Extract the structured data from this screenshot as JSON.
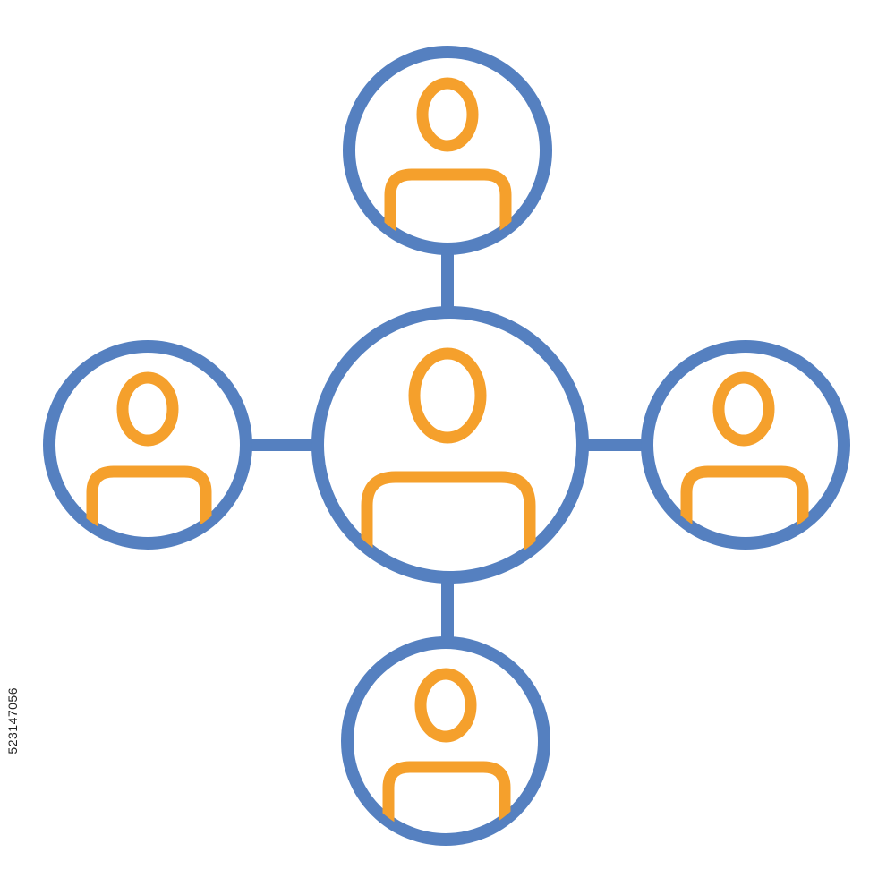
{
  "graphic": {
    "subject": "team-network-icon",
    "colors": {
      "ring": "#5580C0",
      "person": "#F5A02C",
      "background": "#FFFFFF"
    },
    "nodes": [
      {
        "name": "center",
        "icon": "user-icon"
      },
      {
        "name": "top",
        "icon": "user-icon"
      },
      {
        "name": "left",
        "icon": "user-icon"
      },
      {
        "name": "right",
        "icon": "user-icon"
      },
      {
        "name": "bottom",
        "icon": "user-icon"
      }
    ]
  },
  "stock_id": "523147056"
}
